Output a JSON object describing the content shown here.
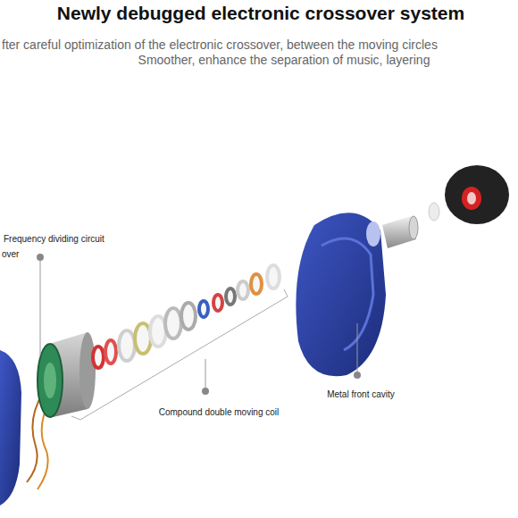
{
  "diagram": {
    "title": "Newly debugged electronic crossover system",
    "labels": [
      "fter careful optimization of the electronic crossover, between the moving circles",
      "Smoother, enhance the separation of music, layering",
      "Frequency dividing circuit",
      "over",
      "Compound double moving coil",
      "Metal front cavity"
    ]
  }
}
